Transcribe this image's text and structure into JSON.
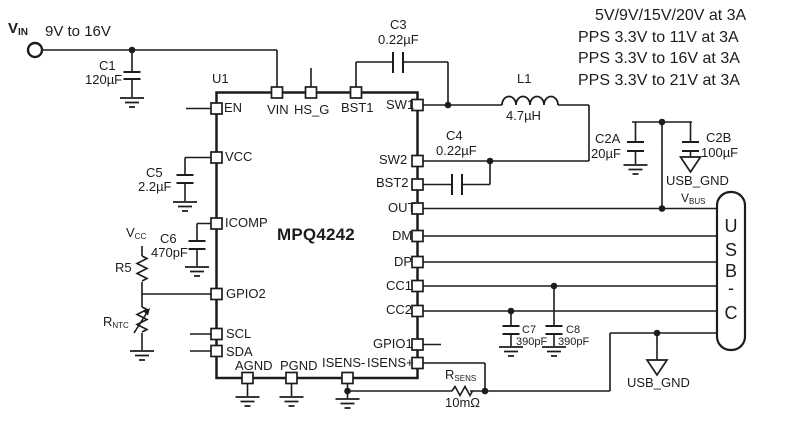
{
  "colors": {
    "line": "#1c1c1c",
    "background": "#ffffff"
  },
  "input": {
    "net_base": "V",
    "net_sub": "IN",
    "voltage_range": "9V to 16V"
  },
  "output_ratings": {
    "line1": "5V/9V/15V/20V at 3A",
    "line2": "PPS 3.3V to 11V at 3A",
    "line3": "PPS 3.3V to 16V at 3A",
    "line4": "PPS 3.3V to 21V at 3A"
  },
  "ic": {
    "refdes": "U1",
    "part_number": "MPQ4242",
    "pins": {
      "en": "EN",
      "vcc": "VCC",
      "icomp": "ICOMP",
      "gpio2": "GPIO2",
      "scl": "SCL",
      "sda": "SDA",
      "vin": "VIN",
      "hs_g": "HS_G",
      "bst1": "BST1",
      "sw1": "SW1",
      "sw2": "SW2",
      "bst2": "BST2",
      "out": "OUT",
      "dm": "DM",
      "dp": "DP",
      "cc1": "CC1",
      "cc2": "CC2",
      "gpio1": "GPIO1",
      "isens_plus": "ISENS+",
      "isens_minus": "ISENS-",
      "agnd": "AGND",
      "pgnd": "PGND"
    }
  },
  "components": {
    "c1": {
      "ref": "C1",
      "value": "120µF"
    },
    "c2a": {
      "ref": "C2A",
      "value": "20µF"
    },
    "c2b": {
      "ref": "C2B",
      "value": "100µF"
    },
    "c3": {
      "ref": "C3",
      "value": "0.22µF"
    },
    "c4": {
      "ref": "C4",
      "value": "0.22µF"
    },
    "c5": {
      "ref": "C5",
      "value": "2.2µF"
    },
    "c6": {
      "ref": "C6",
      "value": "470pF"
    },
    "c7": {
      "ref": "C7",
      "value": "390pF"
    },
    "c8": {
      "ref": "C8",
      "value": "390pF"
    },
    "l1": {
      "ref": "L1",
      "value": "4.7µH"
    },
    "r5": {
      "ref": "R5"
    },
    "rntc": {
      "ref_base": "R",
      "ref_sub": "NTC"
    },
    "rsens": {
      "ref_base": "R",
      "ref_sub": "SENS",
      "value": "10mΩ"
    }
  },
  "nets": {
    "vcc_base": "V",
    "vcc_sub": "CC",
    "vbus_base": "V",
    "vbus_sub": "BUS",
    "usb_gnd": "USB_GND"
  },
  "connector": {
    "l1": "U",
    "l2": "S",
    "l3": "B",
    "l4": "-",
    "l5": "C"
  }
}
